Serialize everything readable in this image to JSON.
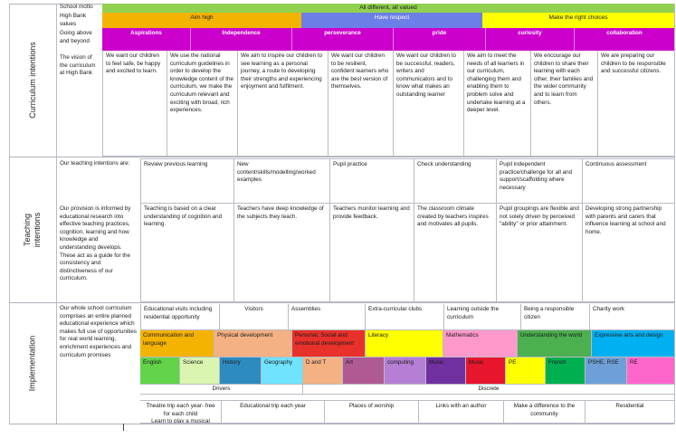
{
  "sections": {
    "curriculum": "Curriculum intentions",
    "teaching": "Teaching intentions",
    "implementation": "Implementation"
  },
  "labels": {
    "school_motto": "School motto",
    "high_bank_values": "High Bank values",
    "going_above": "Going above and beyond",
    "vision": "The vision of the curriculum at High Bank"
  },
  "motto": "All different, all valued",
  "values": [
    "Aim high",
    "Have respect",
    "Make the right choices"
  ],
  "above": [
    "Aspirations",
    "Independence",
    "perseverance",
    "pride",
    "curiosity",
    "collaboration"
  ],
  "vision": [
    "We want our children to feel safe, be happy and excited to learn.",
    "We use the national curriculum guidelines in order to develop the knowledge content of the curriculum, we make the curriculum relevant and exciting with broad, rich experiences.",
    "We aim to inspire our children to see learning as a personal journey, a route to developing their strengths and experiencing enjoyment and fulfilment.",
    "We want our children to be resilient, confident learners who are the best version of themselves.",
    "We want our children to be successful, readers, writers and communicators and to know what makes an outstanding learner",
    "We aim to meet the needs of all learners in our curriculum, challenging them and enabling them to problem solve and undertake learning at a deeper level.",
    "We encourage our children to share their learning with each other, their families and the wider community and to learn from others.",
    "We are preparing our children to be responsible and successful citizens."
  ],
  "teaching": {
    "intro": "Our teaching intentions are:",
    "headers": [
      "Review previous learning",
      "New content/skills/modelling/worked examples",
      "Pupil practice",
      "Check understanding",
      "Pupil independent practice/challenge for all and support/scaffolding where necessary",
      "Continuous assessment"
    ],
    "research": "Our provision is informed by educational research into effective teaching practices, cognition, learning and how knowledge and understanding develops. These act as a guide for the consistency and distinctiveness of our curriculum.",
    "details": [
      "Teaching is based on a clear understanding of cognition and learning.",
      "Teachers have deep knowledge of the subjects they teach.",
      "Teachers monitor learning and provide feedback.",
      "The classroom climate created by teachers inspires and motivates all pupils.",
      "Pupil groupings are flexible and not solely driven by perceived \"ability\" or prior attainment.",
      "Developing strong partnership with parents and carers that influence learning at school and home."
    ]
  },
  "implementation": {
    "intro": "Our whole school curriculum comprises an entire planned educational experience which makes full use of opportunities for real world learning, enrichment experiences and curriculum promises",
    "enrichment": [
      "Educational visits including residential opportunity",
      "Visitors",
      "Assemblies",
      "Extra-curricular clubs",
      "Learning outside the curriculum",
      "Being a responsible citizen",
      "Charity work"
    ],
    "areas": [
      {
        "label": "Communication and language",
        "color": "#f5b301"
      },
      {
        "label": "Physical development",
        "color": "#f4b183"
      },
      {
        "label": "Personal, Social and emotional development",
        "color": "#e8312a"
      },
      {
        "label": "Literacy",
        "color": "#ffff00"
      },
      {
        "label": "Mathematics",
        "color": "#ff99cc"
      },
      {
        "label": "Understanding the world",
        "color": "#4caf50"
      },
      {
        "label": "Expressive arts and design",
        "color": "#00b0f0"
      }
    ],
    "subjects": [
      {
        "label": "English",
        "color": "#63d44a"
      },
      {
        "label": "Science",
        "color": "#d9f5b0"
      },
      {
        "label": "History",
        "color": "#2e8bc0"
      },
      {
        "label": "Geography",
        "color": "#6fe3ff"
      },
      {
        "label": "D and T",
        "color": "#f4b183"
      },
      {
        "label": "Art",
        "color": "#b05a93"
      },
      {
        "label": "computing",
        "color": "#b67fd6"
      },
      {
        "label": "Music",
        "color": "#7030a0"
      },
      {
        "label": "Music",
        "color": "#e8162c"
      },
      {
        "label": "PE",
        "color": "#ffff00"
      },
      {
        "label": "French",
        "color": "#00b050"
      },
      {
        "label": "PSHE, RSE",
        "color": "#6f9fd8"
      },
      {
        "label": "RE",
        "color": "#ff66cc"
      }
    ],
    "drivers": "Drivers",
    "discrete": "Discrete",
    "promises": [
      "Theatre trip each year- free for each child\nLearn to play a musical instrument",
      "Educational trip each year",
      "Places of worship",
      "Links with an author",
      "Make a difference to the community",
      "Residential"
    ]
  }
}
